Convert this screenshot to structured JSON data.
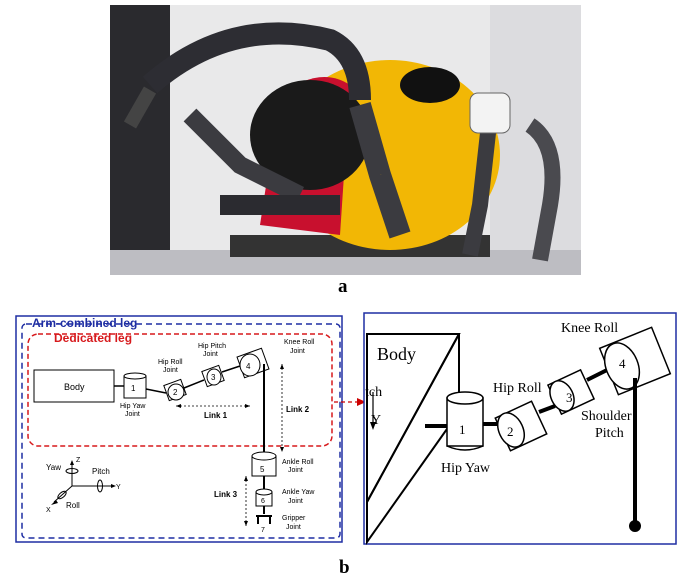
{
  "panel_a": {
    "label": "a"
  },
  "panel_b": {
    "label": "b"
  },
  "left_diagram": {
    "outer_title": "Arm-combined leg",
    "inner_title": "Dedicated leg",
    "body": "Body",
    "joint_numbers": [
      "1",
      "2",
      "3",
      "4",
      "5",
      "6",
      "7"
    ],
    "hip_yaw_joint": [
      "Hip Yaw",
      "Joint"
    ],
    "hip_roll_joint": [
      "Hip Roll",
      "Joint"
    ],
    "hip_pitch_joint": [
      "Hip Pitch",
      "Joint"
    ],
    "knee_roll_joint": [
      "Knee Roll",
      "Joint"
    ],
    "ankle_roll_joint": [
      "Ankle Roll",
      "Joint"
    ],
    "ankle_yaw_joint": [
      "Ankle Yaw",
      "Joint"
    ],
    "gripper_joint": [
      "Gripper",
      "Joint"
    ],
    "link1": "Link 1",
    "link2": "Link 2",
    "link3": "Link 3",
    "axes": {
      "z": "Z",
      "yaw": "Yaw",
      "pitch": "Pitch",
      "y": "Y",
      "roll": "Roll",
      "x": "X"
    }
  },
  "right_diagram": {
    "body": "Body",
    "pitch_fragment": "tch",
    "y_axis": "Y",
    "joint_numbers": [
      "1",
      "2",
      "3",
      "4"
    ],
    "hip_yaw": "Hip Yaw",
    "hip_roll": "Hip Roll",
    "knee_roll": "Knee Roll",
    "shoulder_pitch": [
      "Shoulder",
      "Pitch"
    ]
  },
  "colors": {
    "frame_blue": "#1f2ea3",
    "dashed_red": "#d7191c",
    "arrow_red": "#cc0000",
    "robot_yellow": "#f2b705",
    "robot_red": "#c8102e"
  }
}
